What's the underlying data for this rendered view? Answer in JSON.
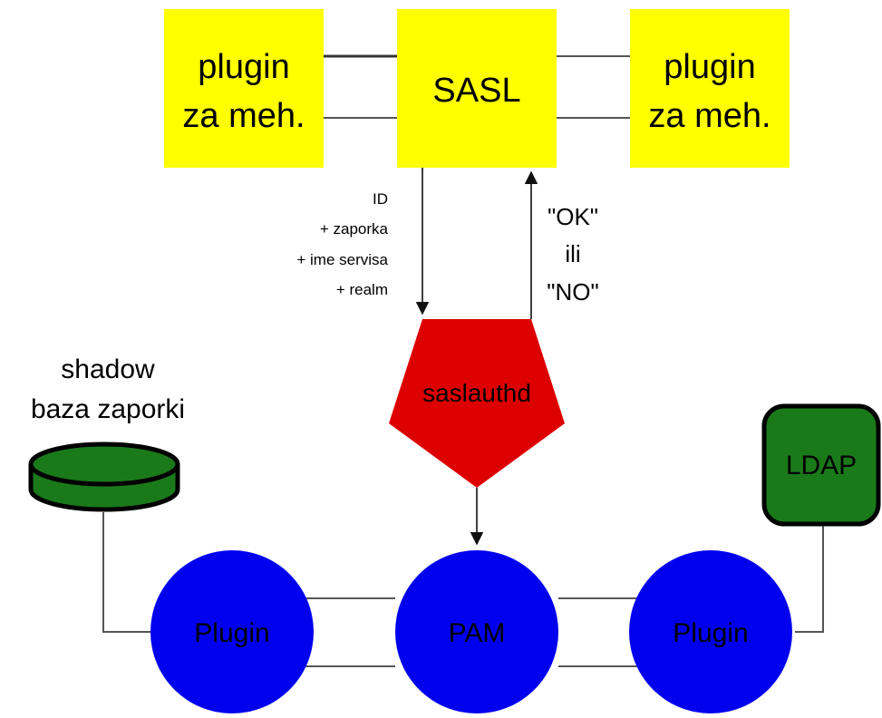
{
  "nodes": {
    "plugin_left": {
      "line1": "plugin",
      "line2": "za meh."
    },
    "sasl": {
      "label": "SASL"
    },
    "plugin_right": {
      "line1": "plugin",
      "line2": "za meh."
    },
    "saslauthd": {
      "label": "saslauthd"
    },
    "shadow": {
      "line1": "shadow",
      "line2": "baza zaporki"
    },
    "ldap": {
      "label": "LDAP"
    },
    "plugin_bottom_left": {
      "label": "Plugin"
    },
    "pam": {
      "label": "PAM"
    },
    "plugin_bottom_right": {
      "label": "Plugin"
    }
  },
  "request_label": [
    "ID",
    "+ zaporka",
    "+ ime servisa",
    "+ realm"
  ],
  "response_label": [
    "\"OK\"",
    "ili",
    "\"NO\""
  ],
  "colors": {
    "yellow": "#ffff00",
    "red": "#dd0000",
    "blue": "#0000ee",
    "green": "#1a7a1a",
    "line": "#555555"
  }
}
